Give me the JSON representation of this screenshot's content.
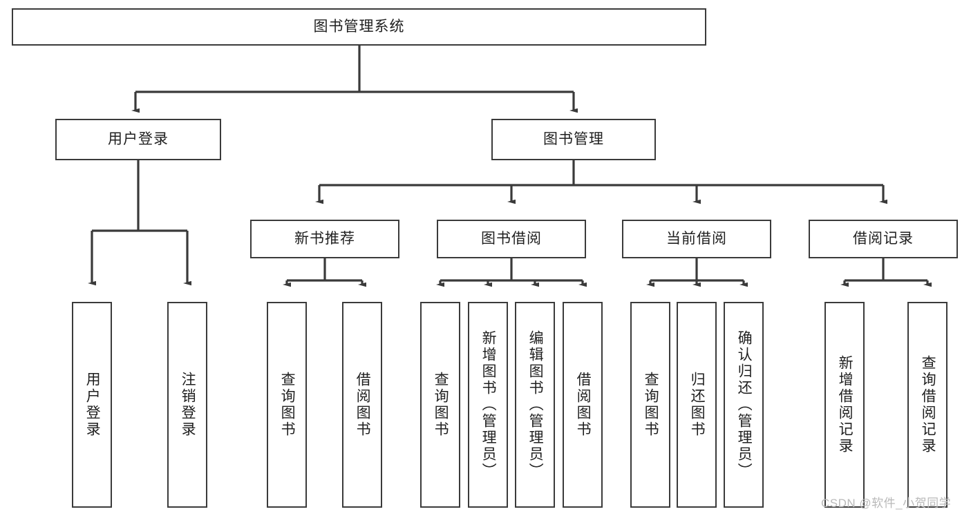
{
  "diagram": {
    "type": "tree-hierarchy",
    "title": "图书管理系统",
    "root": {
      "id": "root",
      "label": "图书管理系统",
      "orientation": "horizontal"
    },
    "level2": [
      {
        "id": "user-login",
        "label": "用户登录",
        "orientation": "horizontal"
      },
      {
        "id": "book-management",
        "label": "图书管理",
        "orientation": "horizontal"
      }
    ],
    "level3": [
      {
        "id": "new-book-recommend",
        "label": "新书推荐",
        "orientation": "horizontal",
        "parent": "book-management"
      },
      {
        "id": "book-borrow",
        "label": "图书借阅",
        "orientation": "horizontal",
        "parent": "book-management"
      },
      {
        "id": "current-borrow",
        "label": "当前借阅",
        "orientation": "horizontal",
        "parent": "book-management"
      },
      {
        "id": "borrow-record",
        "label": "借阅记录",
        "orientation": "horizontal",
        "parent": "book-management"
      }
    ],
    "leaves": [
      {
        "id": "leaf-user-login",
        "label": "用户登录",
        "parent": "user-login",
        "orientation": "vertical"
      },
      {
        "id": "leaf-user-logout",
        "label": "注销登录",
        "parent": "user-login",
        "orientation": "vertical"
      },
      {
        "id": "leaf-query-book-1",
        "label": "查询图书",
        "parent": "new-book-recommend",
        "orientation": "vertical"
      },
      {
        "id": "leaf-borrow-book-1",
        "label": "借阅图书",
        "parent": "new-book-recommend",
        "orientation": "vertical"
      },
      {
        "id": "leaf-query-book-2",
        "label": "查询图书",
        "parent": "book-borrow",
        "orientation": "vertical"
      },
      {
        "id": "leaf-add-book",
        "label": "新增图书（管理员）",
        "parent": "book-borrow",
        "orientation": "vertical"
      },
      {
        "id": "leaf-edit-book",
        "label": "编辑图书（管理员）",
        "parent": "book-borrow",
        "orientation": "vertical"
      },
      {
        "id": "leaf-borrow-book-2",
        "label": "借阅图书",
        "parent": "book-borrow",
        "orientation": "vertical"
      },
      {
        "id": "leaf-query-book-3",
        "label": "查询图书",
        "parent": "current-borrow",
        "orientation": "vertical"
      },
      {
        "id": "leaf-return-book",
        "label": "归还图书",
        "parent": "current-borrow",
        "orientation": "vertical"
      },
      {
        "id": "leaf-confirm-return",
        "label": "确认归还（管理员）",
        "parent": "current-borrow",
        "orientation": "vertical"
      },
      {
        "id": "leaf-add-record",
        "label": "新增借阅记录",
        "parent": "borrow-record",
        "orientation": "vertical"
      },
      {
        "id": "leaf-query-record",
        "label": "查询借阅记录",
        "parent": "borrow-record",
        "orientation": "vertical"
      }
    ],
    "colors": {
      "box_border": "#3a3a3a",
      "box_fill": "#ffffff",
      "connector": "#3a3a3a",
      "text": "#1f1f1f",
      "watermark": "#b9b9b9",
      "background": "#ffffff"
    }
  },
  "watermark": {
    "text": "CSDN @软件_小贺同学"
  }
}
